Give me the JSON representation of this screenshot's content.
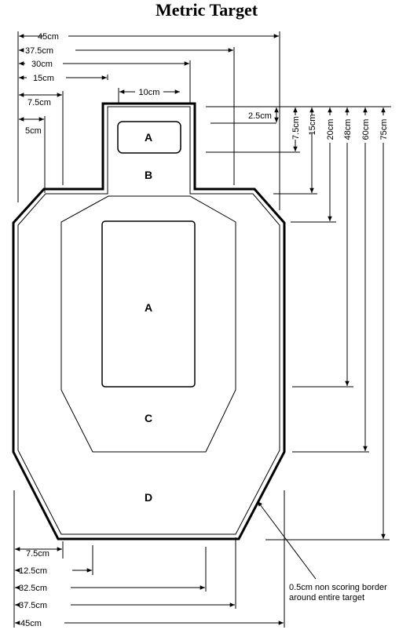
{
  "title": "Metric Target",
  "top_dims": {
    "w45": "45cm",
    "w37_5": "37.5cm",
    "w30": "30cm",
    "w15": "15cm",
    "w7_5": "7.5cm",
    "w5": "5cm",
    "head10": "10cm"
  },
  "right_dims": {
    "h2_5": "2.5cm",
    "h7_5": "7.5cm",
    "h15": "15cm",
    "h20": "20cm",
    "h48": "48cm",
    "h60": "60cm",
    "h75": "75cm"
  },
  "bottom_dims": {
    "b7_5": "7.5cm",
    "b12_5": "12.5cm",
    "b32_5": "32.5cm",
    "b37_5": "37.5cm",
    "b45": "45cm"
  },
  "zones": {
    "head_a": "A",
    "head_b": "B",
    "body_a": "A",
    "c": "C",
    "d": "D"
  },
  "note": {
    "line1": "0.5cm non scoring border",
    "line2": "around entire target"
  }
}
